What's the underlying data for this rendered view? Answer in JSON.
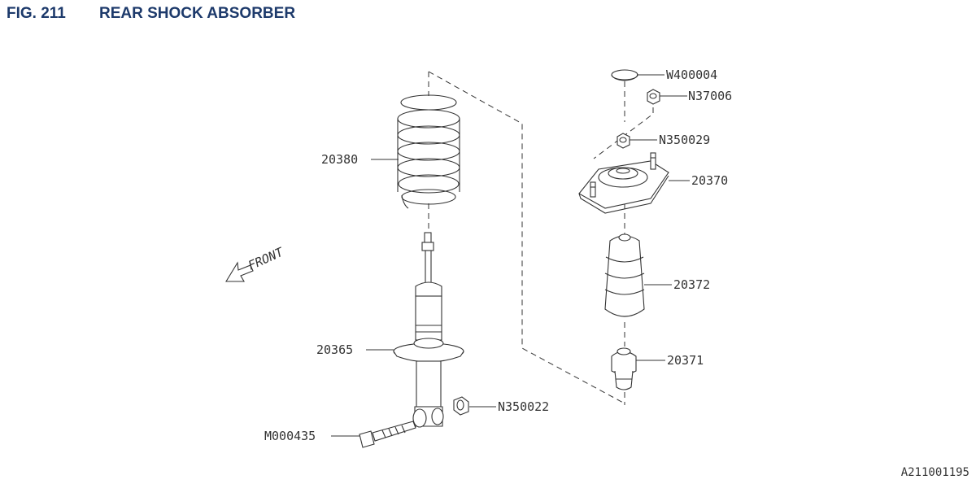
{
  "figure": {
    "number": "FIG. 211",
    "title": "REAR SHOCK ABSORBER",
    "doc_id": "A211001195"
  },
  "direction_label": "FRONT",
  "parts": [
    {
      "id": "W400004"
    },
    {
      "id": "N37006"
    },
    {
      "id": "N350029"
    },
    {
      "id": "20370"
    },
    {
      "id": "20372"
    },
    {
      "id": "20371"
    },
    {
      "id": "20380"
    },
    {
      "id": "20365"
    },
    {
      "id": "N350022"
    },
    {
      "id": "M000435"
    }
  ]
}
